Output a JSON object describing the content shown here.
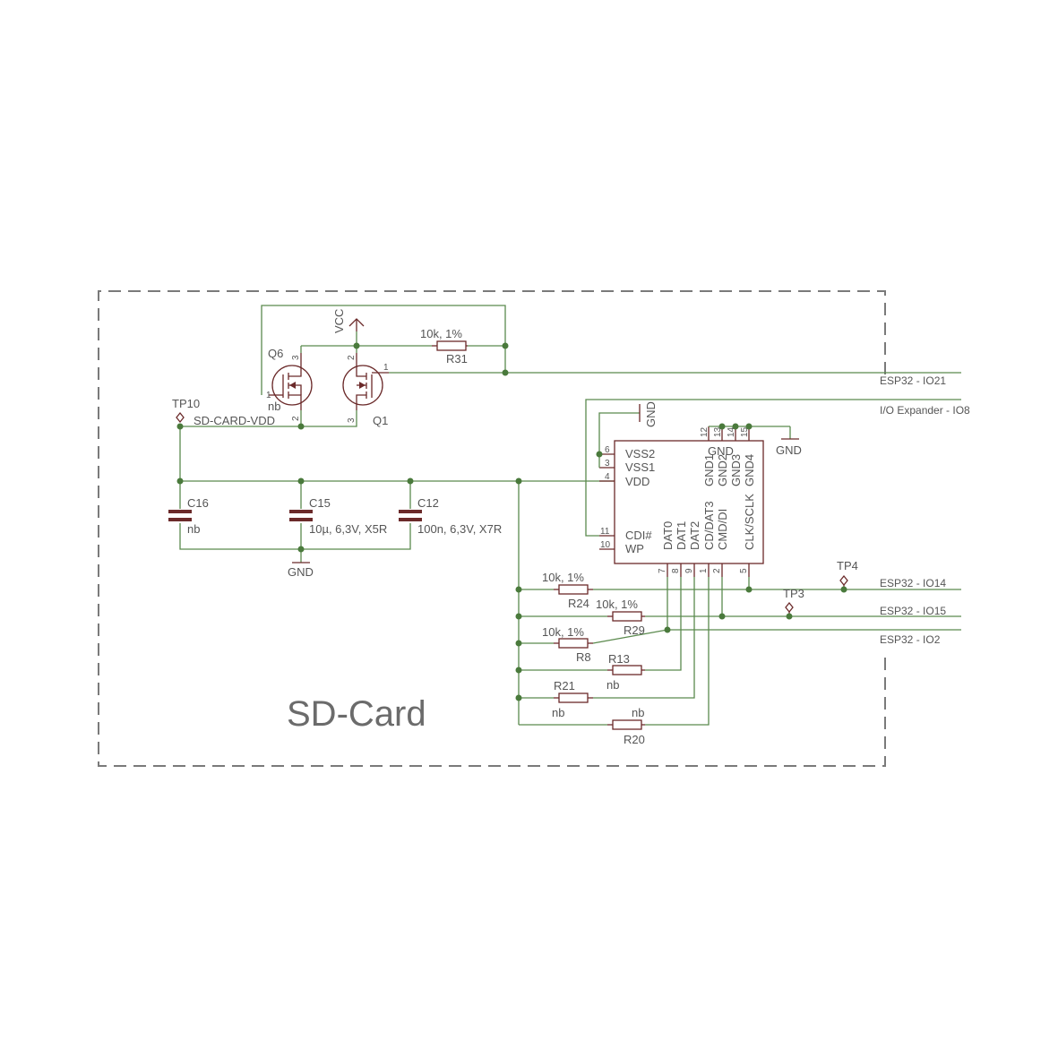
{
  "sheet": {
    "title": "SD-Card"
  },
  "nets": {
    "vcc": "VCC",
    "gnd": "GND",
    "sd_vdd": "SD-CARD-VDD",
    "io21": "ESP32 - IO21",
    "io8": "I/O Expander - IO8",
    "io14": "ESP32 - IO14",
    "io15": "ESP32 - IO15",
    "io2": "ESP32 - IO2"
  },
  "parts": {
    "q6": {
      "ref": "Q6",
      "value": "nb",
      "pins": [
        "1",
        "2",
        "3"
      ]
    },
    "q1": {
      "ref": "Q1",
      "pins": [
        "1",
        "2",
        "3"
      ]
    },
    "r31": {
      "ref": "R31",
      "value": "10k, 1%"
    },
    "tp10": {
      "ref": "TP10"
    },
    "tp4": {
      "ref": "TP4"
    },
    "tp3": {
      "ref": "TP3"
    },
    "c16": {
      "ref": "C16",
      "value": "nb"
    },
    "c15": {
      "ref": "C15",
      "value": "10µ, 6,3V, X5R"
    },
    "c12": {
      "ref": "C12",
      "value": "100n, 6,3V, X7R"
    },
    "r24": {
      "ref": "R24",
      "value": "10k, 1%"
    },
    "r29": {
      "ref": "R29",
      "value": "10k, 1%"
    },
    "r8": {
      "ref": "R8",
      "value": "10k, 1%"
    },
    "r13": {
      "ref": "R13",
      "value": "nb"
    },
    "r21": {
      "ref": "R21",
      "value": "nb"
    },
    "r20": {
      "ref": "R20",
      "value": "nb"
    }
  },
  "sd_socket": {
    "left_pins": [
      {
        "num": "6",
        "name": "VSS2"
      },
      {
        "num": "3",
        "name": "VSS1"
      },
      {
        "num": "4",
        "name": "VDD"
      },
      {
        "num": "11",
        "name": "CDI#"
      },
      {
        "num": "10",
        "name": "WP"
      }
    ],
    "top_pins": [
      {
        "num": "12",
        "name": "GND1"
      },
      {
        "num": "13",
        "name": "GND2"
      },
      {
        "num": "14",
        "name": "GND3"
      },
      {
        "num": "15",
        "name": "GND4"
      }
    ],
    "bottom_pins": [
      {
        "num": "7",
        "name": "DAT0"
      },
      {
        "num": "8",
        "name": "DAT1"
      },
      {
        "num": "9",
        "name": "DAT2"
      },
      {
        "num": "1",
        "name": "CD/DAT3"
      },
      {
        "num": "2",
        "name": "CMD/DI"
      },
      {
        "num": "5",
        "name": "CLK/SCLK"
      }
    ]
  }
}
